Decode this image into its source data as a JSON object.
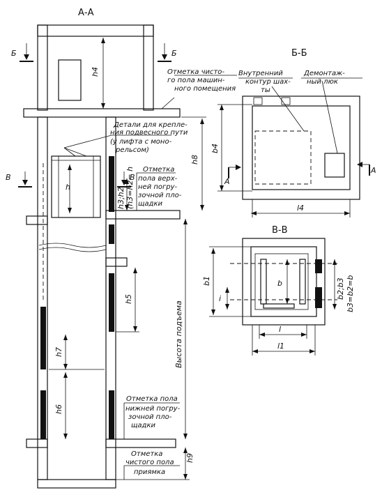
{
  "titles": {
    "section_aa": "А-А",
    "section_bb": "Б-Б",
    "section_vv": "В-В"
  },
  "cut_marks": {
    "b_left": "Б",
    "b_right": "Б",
    "v_left": "В",
    "v_right": "В",
    "a_left": "А",
    "a_right": "А"
  },
  "annotations": {
    "machine_room_floor": [
      "Отметка чисто-",
      "го пола машин-",
      "ного помещения"
    ],
    "suspension_details": [
      "Детали для крепле-",
      "ния подвесного пути",
      "(у лифта с моно-",
      "рельсом)"
    ],
    "upper_floor_mark": [
      "Отметка",
      "пола верх-",
      "ней погру-",
      "зочной пло-",
      "щадки"
    ],
    "inner_contour": [
      "Внутренний",
      "контур шах-",
      "ты"
    ],
    "mounting_hatch": [
      "Демонтаж-",
      "ный люк"
    ],
    "lift_height": "Высота подъема",
    "lower_floor_mark": [
      "Отметка пола",
      "нижней погру-",
      "зочной пло-",
      "щадки"
    ],
    "pit_floor_mark": [
      "Отметка",
      "чистого пола",
      "приямка"
    ]
  },
  "dimensions": {
    "h4": "h4",
    "h8": "h8",
    "h": "h",
    "h3h2": "h3;h2",
    "h3_eq": "(h3=h2= h",
    "h5": "h5",
    "h7": "h7",
    "h6": "h6",
    "h9": "h9",
    "b4": "b4",
    "l4": "l4",
    "b1": "b1",
    "b": "b",
    "i": "i",
    "b2b3": "b2;b3",
    "b3_eq": "b3=b2=b",
    "l": "l",
    "l1": "l1"
  }
}
